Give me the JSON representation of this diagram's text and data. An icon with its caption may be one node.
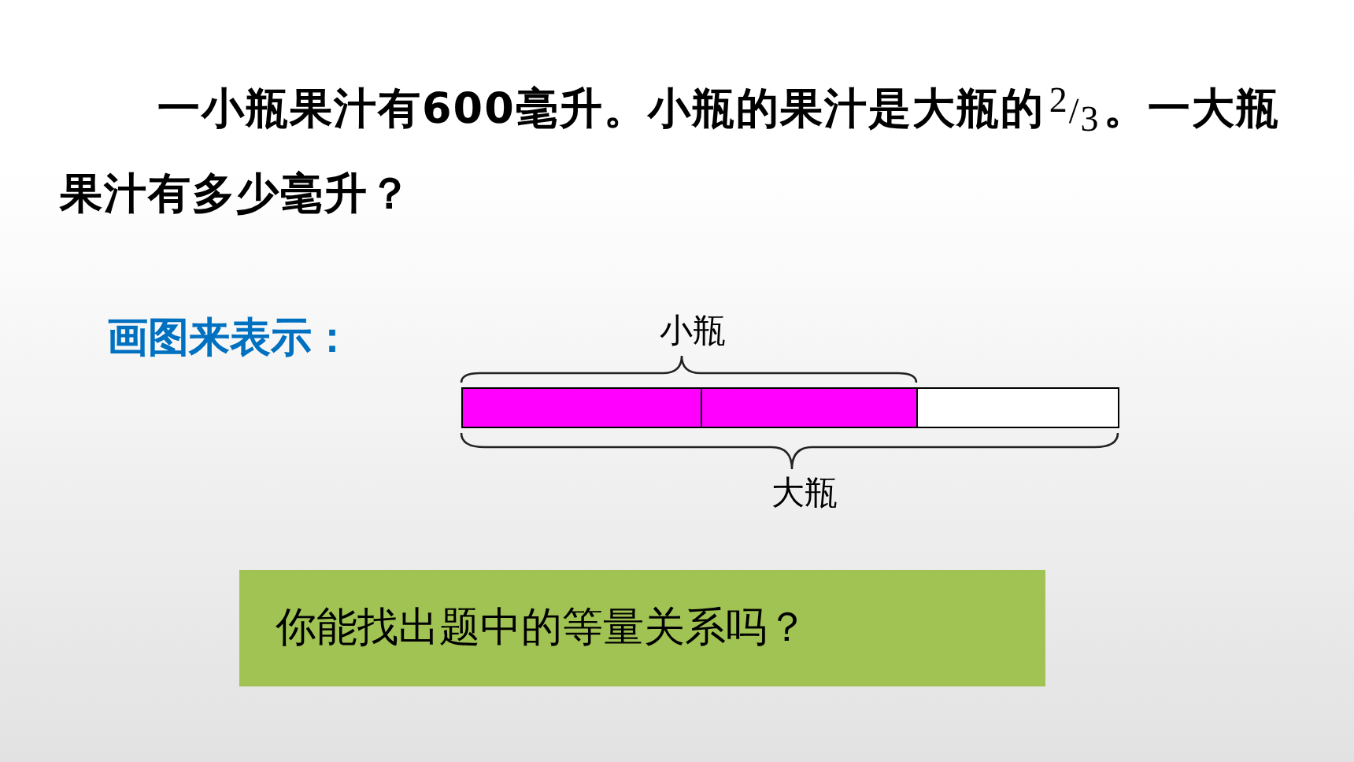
{
  "diagram": {
    "nodes": [
      {
        "text": [],
        "shape": "bar"
      },
      {
        "text": [],
        "shape": "bar"
      },
      {
        "text": [],
        "shape": "bar"
      },
      {
        "text": [
          "你能找出题中的等量关系吗？"
        ]
      }
    ],
    "labels": [
      "一小瓶果汁有600毫升。小瓶的果汁是大瓶的2/3。一大瓶果汁有多少毫升？",
      "画图来表示：",
      "小瓶",
      "大瓶"
    ]
  }
}
